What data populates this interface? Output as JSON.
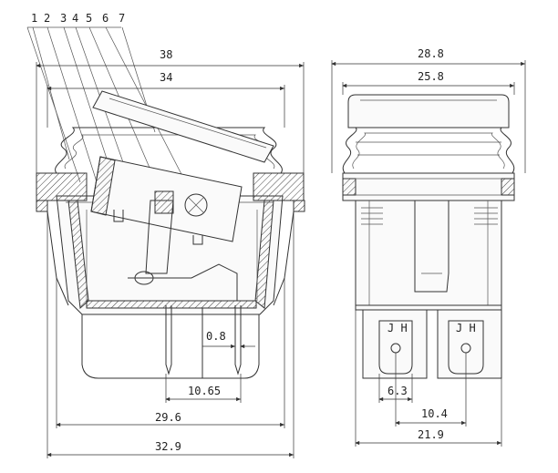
{
  "part_labels": [
    "1",
    "2",
    "3",
    "4",
    "5",
    "6",
    "7"
  ],
  "side_view": {
    "dim_top_outer": "38",
    "dim_top_inner": "34",
    "dim_pin_gap": "0.8",
    "dim_pin_spacing": "10.65",
    "dim_bottom_inner": "29.6",
    "dim_bottom_outer": "32.9"
  },
  "front_view": {
    "dim_top_outer": "28.8",
    "dim_top_inner": "25.8",
    "terminal_left_label": "J H",
    "terminal_right_label": "J H",
    "dim_terminal_width": "6.3",
    "dim_terminal_spacing": "10.4",
    "dim_bottom_outer": "21.9"
  }
}
